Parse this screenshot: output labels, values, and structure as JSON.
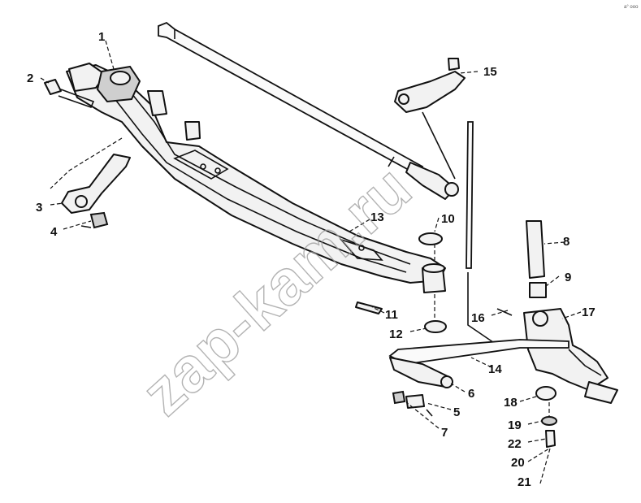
{
  "watermark": "zap-kam.ru",
  "corner_mark": "a° ooo",
  "callouts": [
    "1",
    "2",
    "3",
    "4",
    "5",
    "6",
    "7",
    "8",
    "9",
    "10",
    "11",
    "12",
    "13",
    "14",
    "15",
    "16",
    "17",
    "18",
    "19",
    "20",
    "21",
    "22"
  ]
}
